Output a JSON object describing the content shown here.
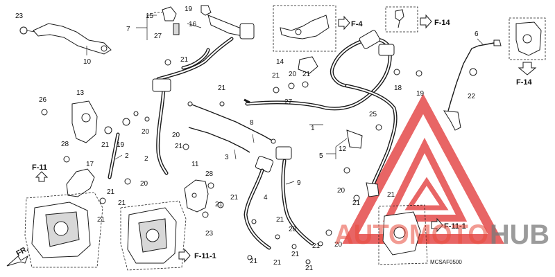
{
  "callouts": {
    "c1": "1",
    "c2": "2",
    "c3": "3",
    "c4": "4",
    "c5": "5",
    "c6": "6",
    "c7": "7",
    "c8": "8",
    "c9": "9",
    "c10": "10",
    "c11": "11",
    "c12": "12",
    "c13": "13",
    "c14": "14",
    "c15": "15",
    "c16": "16",
    "c17": "17",
    "c18": "18",
    "c19": "19",
    "c20": "20",
    "c21": "21",
    "c22": "22",
    "c23": "23",
    "c25": "25",
    "c26": "26",
    "c27": "27",
    "c28": "28"
  },
  "refs": {
    "f4": "F-4",
    "f14": "F-14",
    "f11": "F-11",
    "f11_1": "F-11-1"
  },
  "front_label": "FR.",
  "diagram_code": "MCSAF0500",
  "watermark": {
    "part1": "AUTOMOTO",
    "part2": "HUB",
    "color_red": "#e23a3a",
    "color_gray": "#7a7a7a"
  }
}
